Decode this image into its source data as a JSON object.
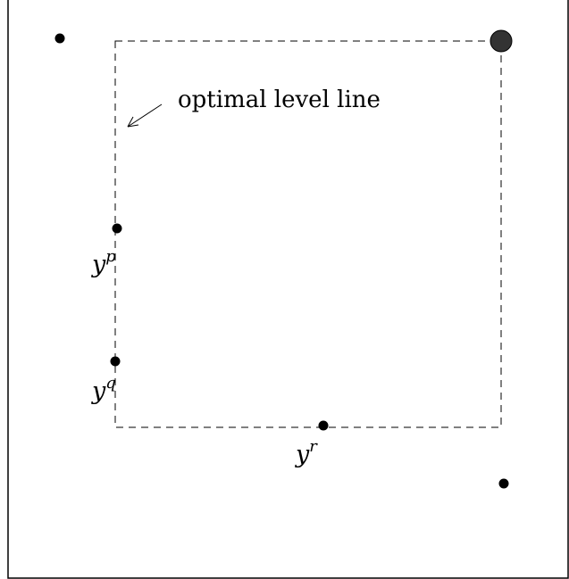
{
  "diagram": {
    "annotation": "optimal level line",
    "labels": {
      "p": {
        "base": "y",
        "sup": "p"
      },
      "q": {
        "base": "y",
        "sup": "q"
      },
      "r": {
        "base": "y",
        "sup": "r"
      }
    },
    "colors": {
      "ink": "#000000",
      "optimal_point_fill": "#333333",
      "background": "#ffffff"
    }
  }
}
